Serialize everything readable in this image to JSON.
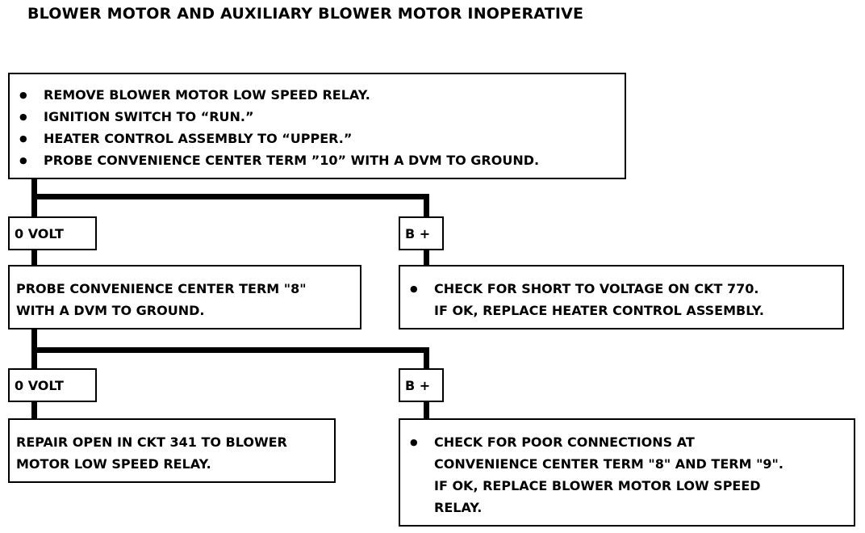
{
  "title": "BLOWER MOTOR AND AUXILIARY BLOWER MOTOR INOPERATIVE",
  "step1": {
    "bullets": [
      "REMOVE BLOWER MOTOR LOW SPEED RELAY.",
      "IGNITION SWITCH TO “RUN.”",
      "HEATER CONTROL ASSEMBLY TO “UPPER.”",
      "PROBE CONVENIENCE CENTER TERM ”10” WITH A DVM TO GROUND."
    ]
  },
  "branch1": {
    "left_label": "0 VOLT",
    "right_label": "B +",
    "left_text": [
      "PROBE CONVENIENCE CENTER TERM \"8\"",
      "WITH A DVM TO GROUND."
    ],
    "right_bullet": [
      "CHECK FOR SHORT TO VOLTAGE ON CKT 770.",
      "IF OK, REPLACE HEATER CONTROL ASSEMBLY."
    ]
  },
  "branch2": {
    "left_label": "0 VOLT",
    "right_label": "B +",
    "left_text": [
      "REPAIR OPEN IN CKT 341 TO BLOWER",
      "MOTOR LOW SPEED RELAY."
    ],
    "right_bullet": [
      "CHECK FOR POOR CONNECTIONS AT",
      "CONVENIENCE CENTER TERM \"8\" AND TERM \"9\".",
      "IF OK, REPLACE BLOWER MOTOR LOW SPEED",
      "RELAY."
    ]
  }
}
